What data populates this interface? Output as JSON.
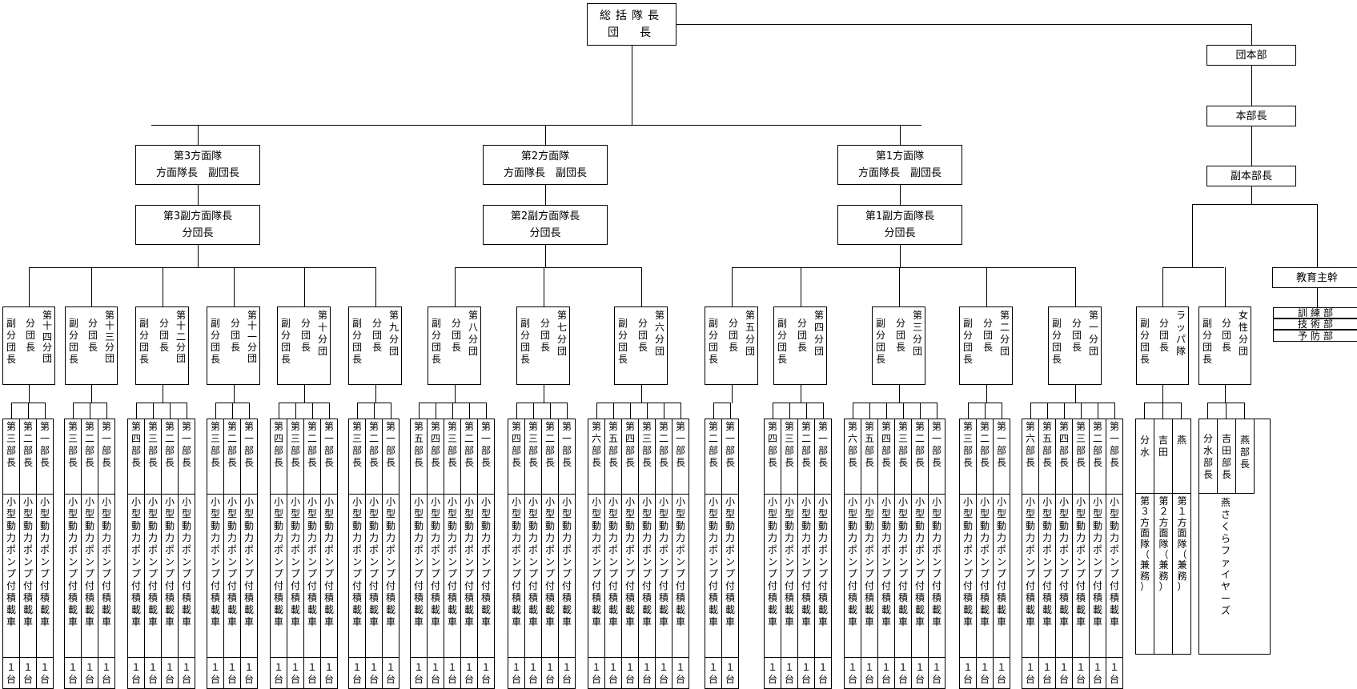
{
  "top": {
    "line1": "総括隊長",
    "line2": "団　長"
  },
  "honbu": {
    "dan_honbu": "団本部",
    "honbucho": "本部長",
    "fuku_honbucho": "副本部長",
    "kyoiku": "教育主幹",
    "sections": [
      "訓練部",
      "技術部",
      "予防部"
    ]
  },
  "homen": [
    {
      "name": "第3方面隊",
      "role": "方面隊長　副団長",
      "sub": "第3副方面隊長",
      "sub_role": "分団長"
    },
    {
      "name": "第2方面隊",
      "role": "方面隊長　副団長",
      "sub": "第2副方面隊長",
      "sub_role": "分団長"
    },
    {
      "name": "第1方面隊",
      "role": "方面隊長　副団長",
      "sub": "第1副方面隊長",
      "sub_role": "分団長"
    }
  ],
  "role_labels": {
    "bundancho": "分団長",
    "fuku_bundancho": "副分団長"
  },
  "bundan": [
    {
      "name": "第十四分団",
      "bu": [
        "第三部長",
        "第二部長",
        "第一部長"
      ]
    },
    {
      "name": "第十三分団",
      "bu": [
        "第三部長",
        "第二部長",
        "第一部長"
      ]
    },
    {
      "name": "第十二分団",
      "bu": [
        "第四部長",
        "第三部長",
        "第二部長",
        "第一部長"
      ]
    },
    {
      "name": "第十一分団",
      "bu": [
        "第三部長",
        "第二部長",
        "第一部長"
      ]
    },
    {
      "name": "第十分団",
      "bu": [
        "第四部長",
        "第三部長",
        "第二部長",
        "第一部長"
      ]
    },
    {
      "name": "第九分団",
      "bu": [
        "第三部長",
        "第二部長",
        "第一部長"
      ]
    },
    {
      "name": "第八分団",
      "bu": [
        "第五部長",
        "第四部長",
        "第三部長",
        "第二部長",
        "第一部長"
      ]
    },
    {
      "name": "第七分団",
      "bu": [
        "第四部長",
        "第三部長",
        "第二部長",
        "第一部長"
      ]
    },
    {
      "name": "第六分団",
      "bu": [
        "第六部長",
        "第五部長",
        "第四部長",
        "第三部長",
        "第二部長",
        "第一部長"
      ]
    },
    {
      "name": "第五分団",
      "bu": [
        "第二部長",
        "第一部長"
      ]
    },
    {
      "name": "第四分団",
      "bu": [
        "第四部長",
        "第三部長",
        "第二部長",
        "第一部長"
      ]
    },
    {
      "name": "第三分団",
      "bu": [
        "第六部長",
        "第五部長",
        "第四部長",
        "第三部長",
        "第二部長",
        "第一部長"
      ]
    },
    {
      "name": "第二分団",
      "bu": [
        "第三部長",
        "第二部長",
        "第一部長"
      ]
    },
    {
      "name": "第一分団",
      "bu": [
        "第六部長",
        "第五部長",
        "第四部長",
        "第三部長",
        "第二部長",
        "第一部長"
      ]
    }
  ],
  "vehicle": "小型動力ポンプ付積載車",
  "count": "１台",
  "rappa": {
    "name": "ラッパ隊",
    "cols": [
      {
        "head": "分水",
        "body": "第３方面隊（兼務）"
      },
      {
        "head": "吉田",
        "body": "第２方面隊（兼務）"
      },
      {
        "head": "燕",
        "body": "第１方面隊（兼務）"
      }
    ]
  },
  "josei": {
    "name": "女性分団",
    "heads": [
      "分水部長",
      "吉田部長",
      "燕部長"
    ],
    "body": "燕さくらファイヤーズ"
  }
}
